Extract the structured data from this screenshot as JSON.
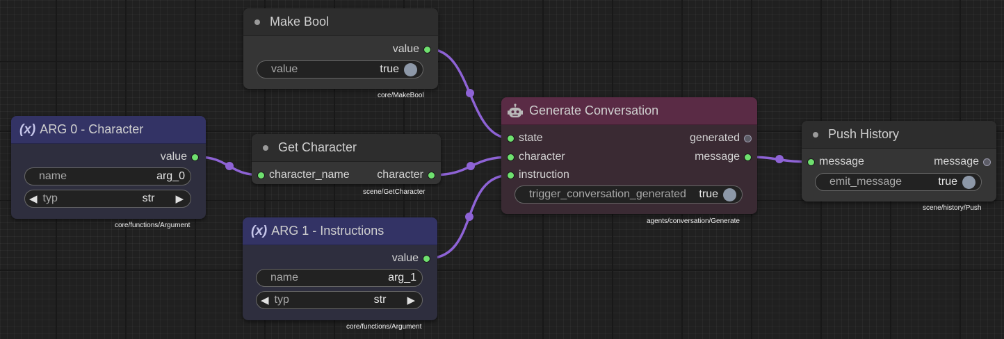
{
  "nodes": {
    "make_bool": {
      "title": "Make Bool",
      "output": "value",
      "widget": {
        "name": "value",
        "value": "true"
      },
      "path": "core/MakeBool"
    },
    "arg0": {
      "icon_text": "(x)",
      "title": "ARG 0 - Character",
      "output": "value",
      "name_label": "name",
      "name_value": "arg_0",
      "typ_label": "typ",
      "typ_value": "str",
      "path": "core/functions/Argument"
    },
    "get_character": {
      "title": "Get Character",
      "input": "character_name",
      "output": "character",
      "path": "scene/GetCharacter"
    },
    "arg1": {
      "icon_text": "(x)",
      "title": "ARG 1 - Instructions",
      "output": "value",
      "name_label": "name",
      "name_value": "arg_1",
      "typ_label": "typ",
      "typ_value": "str",
      "path": "core/functions/Argument"
    },
    "generate": {
      "title": "Generate Conversation",
      "inputs": [
        "state",
        "character",
        "instruction"
      ],
      "outputs": [
        "generated",
        "message"
      ],
      "widget": {
        "name": "trigger_conversation_generated",
        "value": "true"
      },
      "path": "agents/conversation/Generate"
    },
    "push_history": {
      "title": "Push History",
      "input": "message",
      "output": "message",
      "widget": {
        "name": "emit_message",
        "value": "true"
      },
      "path": "scene/history/Push"
    }
  },
  "glyphs": {
    "left_arrow": "◀",
    "right_arrow": "▶"
  },
  "colors": {
    "wire": "#8e63d6",
    "socket_connected": "#6fe06f",
    "socket_unconnected": "#5c5c66",
    "arg_header": "#333365",
    "generate_header": "#5a2b45",
    "node_body": "#353535"
  }
}
